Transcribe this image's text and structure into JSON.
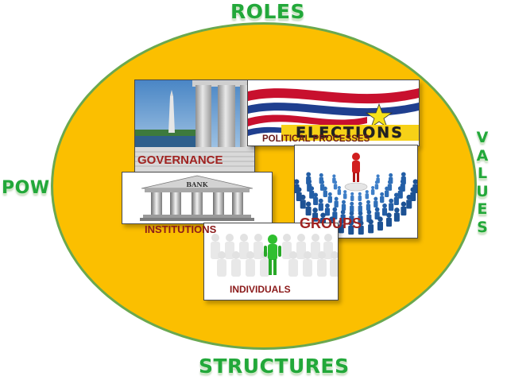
{
  "labels": {
    "top": "ROLES",
    "bottom": "STRUCTURES",
    "left": "POWER",
    "right": [
      "V",
      "A",
      "L",
      "U",
      "E",
      "S"
    ]
  },
  "cards": {
    "governance": "GOVERNANCE",
    "elections_banner": "ELECTIONS",
    "political_processes": "POLITICAL PROCESSES",
    "groups": "GROUPS",
    "institutions": "INSTITUTIONS",
    "bank_sign": "BANK",
    "individuals": "INDIVIDUALS"
  },
  "colors": {
    "outer_labels": "#22a83a",
    "ellipse_fill": "#fbbf00",
    "ellipse_border": "#6aa84f",
    "caption_red": "#a02321"
  }
}
